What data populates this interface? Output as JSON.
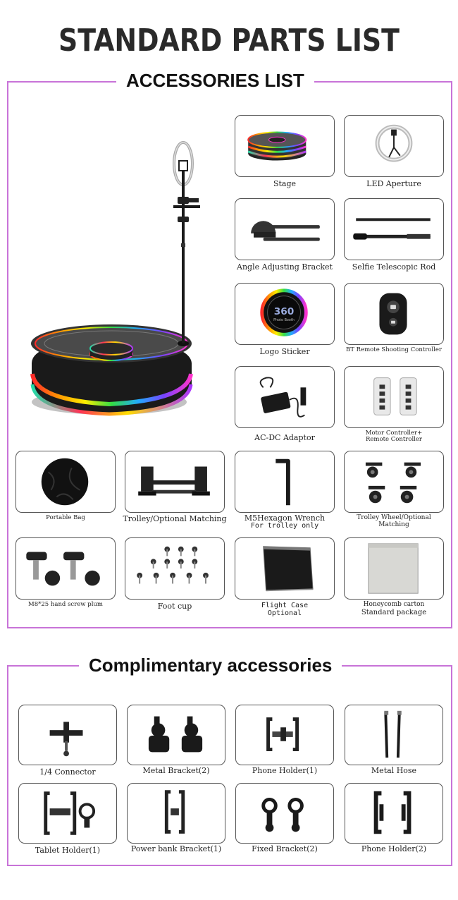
{
  "page": {
    "title": "STANDARD PARTS LIST"
  },
  "accessories": {
    "heading": "ACCESSORIES LIST",
    "items": [
      {
        "label": "Stage"
      },
      {
        "label": "LED Aperture"
      },
      {
        "label": "Angle Adjusting Bracket"
      },
      {
        "label": "Selfie Telescopic Rod"
      },
      {
        "label": "Logo Sticker"
      },
      {
        "label": "BT Remote Shooting Controller"
      },
      {
        "label": "AC-DC Adaptor"
      },
      {
        "label_line1": "Motor Controller+",
        "label_line2": "Remote Controller"
      },
      {
        "label": "Portable Bag"
      },
      {
        "label": "Trolley/Optional Matching"
      },
      {
        "label_line1": "M5Hexagon Wrench",
        "label_line2": "For trolley only"
      },
      {
        "label_line1": "Trolley Wheel/Optional",
        "label_line2": "Matching"
      },
      {
        "label": "M8*25 hand screw plum"
      },
      {
        "label": "Foot cup"
      },
      {
        "label_line1": "Flight Case",
        "label_line2": "Optional"
      },
      {
        "label_line1": "Honeycomb carton",
        "label_line2": "Standard package"
      }
    ],
    "logo_text": "360",
    "logo_subtext": "Photo Booth"
  },
  "complimentary": {
    "heading": "Complimentary accessories",
    "items": [
      {
        "label": "1/4 Connector"
      },
      {
        "label": "Metal Bracket(2)"
      },
      {
        "label": "Phone Holder(1)"
      },
      {
        "label": "Metal Hose"
      },
      {
        "label": "Tablet Holder(1)"
      },
      {
        "label": "Power bank Bracket(1)"
      },
      {
        "label": "Fixed Bracket(2)"
      },
      {
        "label": "Phone Holder(2)"
      }
    ]
  },
  "colors": {
    "frame": "#c873d8",
    "rainbow": [
      "#ff2a2a",
      "#ff9900",
      "#ffee00",
      "#33dd44",
      "#22aaff",
      "#7744ff",
      "#ff33cc"
    ]
  }
}
